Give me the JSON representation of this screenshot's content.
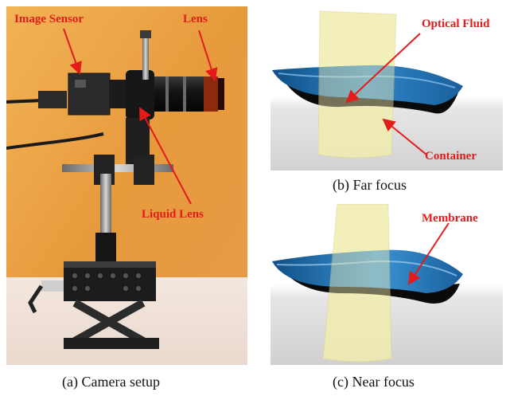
{
  "panel_a": {
    "caption": "(a) Camera setup",
    "labels": {
      "image_sensor": "Image Sensor",
      "lens": "Lens",
      "liquid_lens": "Liquid Lens"
    }
  },
  "panel_b": {
    "caption": "(b) Far focus",
    "labels": {
      "optical_fluid": "Optical Fluid",
      "container": "Container"
    }
  },
  "panel_c": {
    "caption": "(c) Near focus",
    "labels": {
      "membrane": "Membrane"
    }
  },
  "colors": {
    "annotation": "#e31b1b",
    "photo_background": "#e79a3c",
    "fluid": "#1f6fb0",
    "container": "#efeaa8"
  }
}
